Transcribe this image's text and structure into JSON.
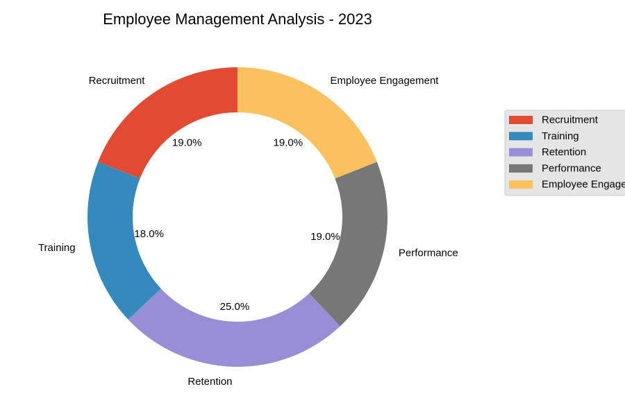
{
  "chart_data": {
    "type": "pie",
    "title": "Employee Management Analysis - 2023",
    "donut": true,
    "start_angle_deg": 90,
    "direction": "counterclockwise",
    "labels": [
      "Recruitment",
      "Training",
      "Retention",
      "Performance",
      "Employee Engagement"
    ],
    "values": [
      19,
      18,
      25,
      19,
      19
    ],
    "percent_labels": [
      "19.0%",
      "18.0%",
      "25.0%",
      "19.0%",
      "19.0%"
    ],
    "colors": [
      "#E24A33",
      "#348ABD",
      "#988ED5",
      "#777777",
      "#FBC15E"
    ],
    "legend": {
      "placement": "right",
      "entries": [
        "Recruitment",
        "Training",
        "Retention",
        "Performance",
        "Employee Engagement"
      ]
    }
  }
}
